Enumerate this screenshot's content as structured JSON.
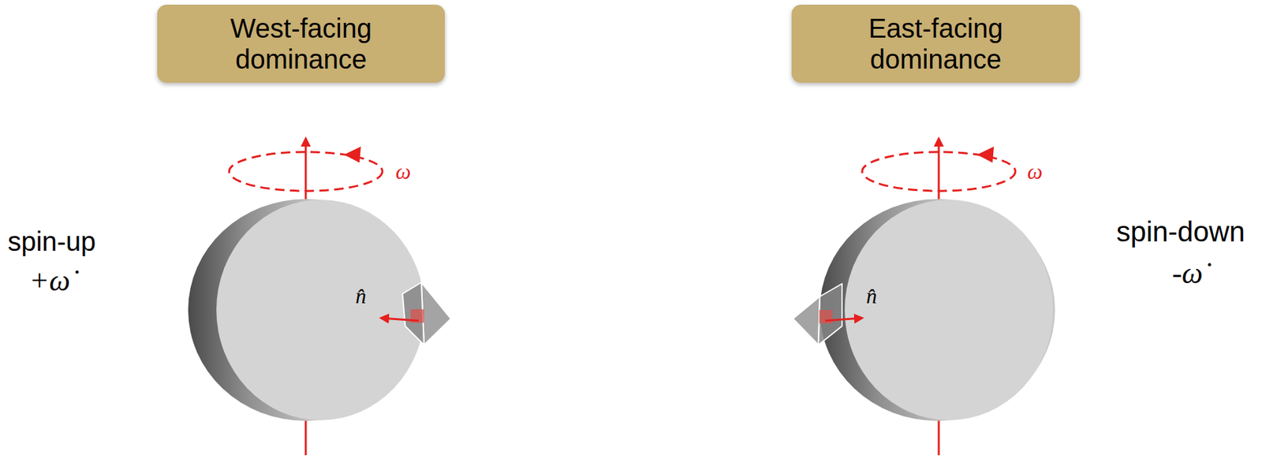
{
  "diagram": {
    "nodes": [
      {
        "text": [
          "West-facing dominance"
        ]
      },
      {
        "text": [
          "East-facing dominance"
        ]
      }
    ],
    "labels": [
      "spin-up",
      "+ω̇",
      "ω",
      "n̂",
      "ω",
      "n̂",
      "spin-down",
      "-ω̇"
    ]
  }
}
